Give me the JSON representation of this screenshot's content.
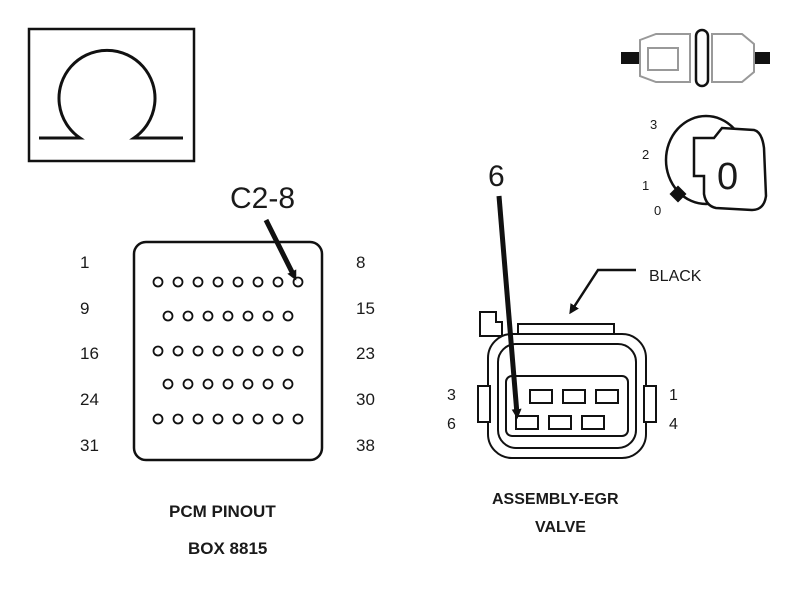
{
  "ohm_symbol": {
    "icon": "ohm-icon"
  },
  "connector_symbol": {
    "icon": "inline-connector-icon"
  },
  "ignition_switch": {
    "icon": "ignition-key-icon",
    "positions": [
      "3",
      "2",
      "1",
      "0"
    ],
    "key_label": "0"
  },
  "pcm": {
    "callout": "C2-8",
    "pin_labels_left": [
      "1",
      "9",
      "16",
      "24",
      "31"
    ],
    "pin_labels_right": [
      "8",
      "15",
      "23",
      "30",
      "38"
    ],
    "caption_line1": "PCM PINOUT",
    "caption_line2": "BOX 8815"
  },
  "egr": {
    "callout": "6",
    "wire_color_label": "BLACK",
    "pin_labels_left": [
      "3",
      "6"
    ],
    "pin_labels_right": [
      "1",
      "4"
    ],
    "caption_line1": "ASSEMBLY-EGR",
    "caption_line2": "VALVE"
  }
}
